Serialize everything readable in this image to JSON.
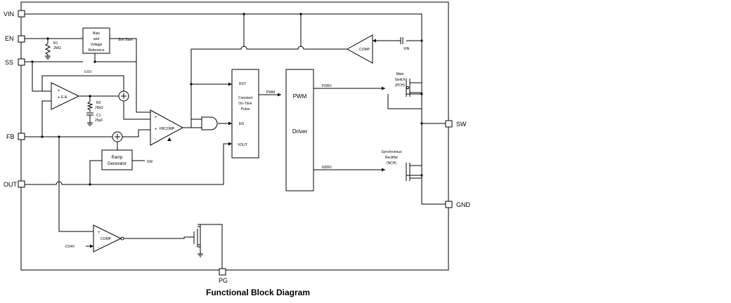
{
  "caption": "Functional Block Diagram",
  "pins": {
    "vin": "VIN",
    "en": "EN",
    "ss": "SS",
    "fb": "FB",
    "out": "OUT",
    "sw": "SW",
    "gnd": "GND",
    "pg": "PG"
  },
  "blocks": {
    "bias_line1": "Bias",
    "bias_line2": "and",
    "bias_line3": "Voltage",
    "bias_line4": "Reference",
    "soft_start": "Soft Start",
    "ramp_line1": "Ramp",
    "ramp_line2": "Generator",
    "ramp_sw": "SW",
    "cot_rst": "RST",
    "cot_line1": "Constant",
    "cot_line2": "On-Time",
    "cot_line3": "Pulse",
    "cot_en": "EN",
    "cot_vout": "VOUT",
    "pwm_signal": "PWM",
    "drv_line1": "PWM",
    "drv_line2": "Driver",
    "pdrv": "PDRV",
    "ndrv": "NDRV"
  },
  "components": {
    "r1_name": "R1",
    "r1_value": "2MΩ",
    "ref_06": "0.6V",
    "ea": "E.A.",
    "r2_name": "R2",
    "r2_value": "25kΩ",
    "c1_name": "C1",
    "c1_value": "25pF",
    "fbcomp": "FBCOMP",
    "comp_top": "COMP",
    "vin_small": "VIN",
    "main_line1": "Main",
    "main_line2": "Switch",
    "main_line3": "(PCH)",
    "sync_line1": "Synchronous",
    "sync_line2": "Rectifier",
    "sync_line3": "(NCH)",
    "comp_pg": "COMP",
    "ref_054": "0.54V",
    "plus": "+",
    "minus": "-"
  }
}
